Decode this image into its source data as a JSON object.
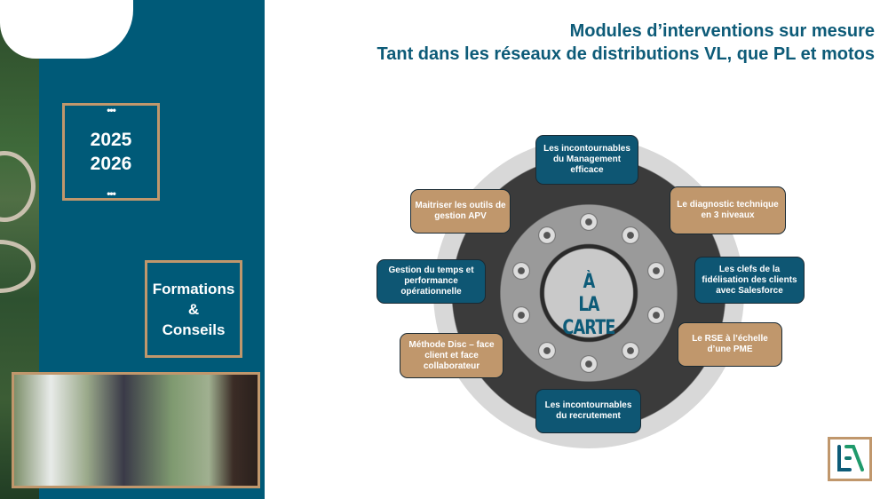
{
  "sidebar": {
    "year_box": {
      "dots_top": "•••",
      "year1": "2025",
      "year2": "2026",
      "dots_bottom": "•••"
    },
    "services_box": {
      "line1": "Formations",
      "line2": "&",
      "line3": "Conseils"
    }
  },
  "header": {
    "title_line1": "Modules d’interventions sur mesure",
    "title_line2": "Tant dans les réseaux de distributions VL, que PL et motos"
  },
  "wheel": {
    "center_line1": "À",
    "center_line2": "LA CARTE",
    "modules": [
      {
        "label": "Les incontournables du Management efficace",
        "color": "blue"
      },
      {
        "label": "Maitriser les outils de gestion APV",
        "color": "tan"
      },
      {
        "label": "Le diagnostic technique en 3 niveaux",
        "color": "tan"
      },
      {
        "label": "Gestion du temps et performance opérationnelle",
        "color": "blue"
      },
      {
        "label": "Les clefs de la fidélisation des clients avec Salesforce",
        "color": "blue"
      },
      {
        "label": "Méthode Disc – face client et face collaborateur",
        "color": "tan"
      },
      {
        "label": "Le RSE à l’échelle d’une PME",
        "color": "tan"
      },
      {
        "label": "Les incontournables du recrutement",
        "color": "blue"
      }
    ]
  },
  "colors": {
    "brand_blue": "#005a78",
    "accent_tan": "#c0976c"
  },
  "logo": {
    "text": "LEA"
  }
}
